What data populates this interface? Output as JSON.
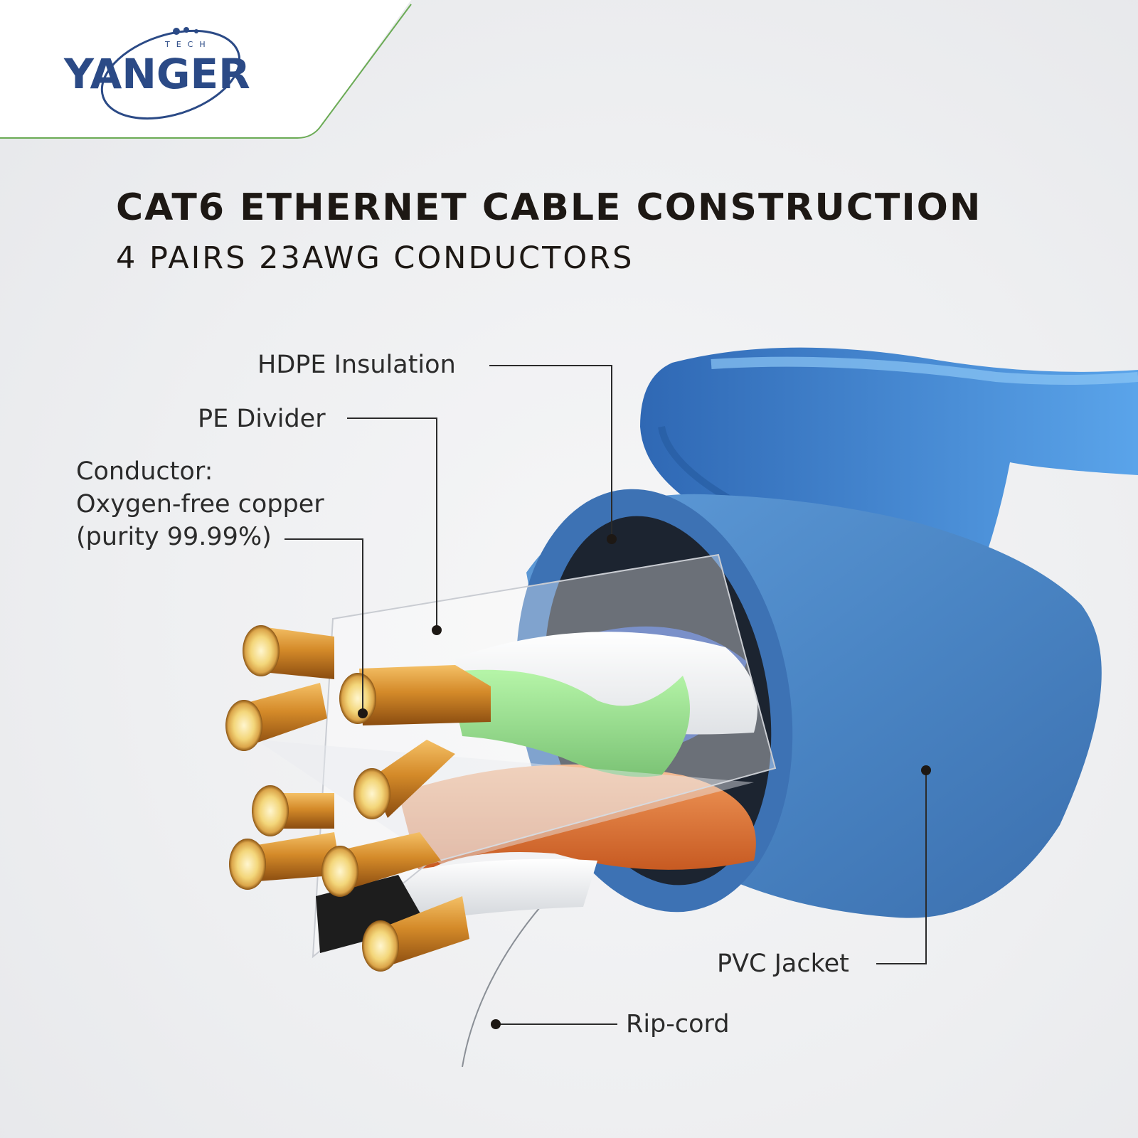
{
  "brand": {
    "name": "YANGER",
    "tag": "TECH",
    "colors": {
      "brand_blue": "#2b4a86",
      "accent_green": "#6bab55"
    }
  },
  "header": {
    "title": "CAT6 ETHERNET CABLE CONSTRUCTION",
    "subtitle": "4 PAIRS 23AWG CONDUCTORS"
  },
  "callouts": {
    "hdpe": "HDPE Insulation",
    "divider": "PE Divider",
    "conductor": {
      "line1": "Conductor:",
      "line2": "Oxygen-free copper",
      "line3": "(purity 99.99%)"
    },
    "jacket": "PVC Jacket",
    "ripcord": "Rip-cord"
  },
  "illustration": {
    "jacket_color": "#4d86c5",
    "conductor_color": "#d68f2b",
    "pair_colors": [
      "#5ac247",
      "#e07a35",
      "#3b66d6",
      "#ffffff"
    ]
  }
}
